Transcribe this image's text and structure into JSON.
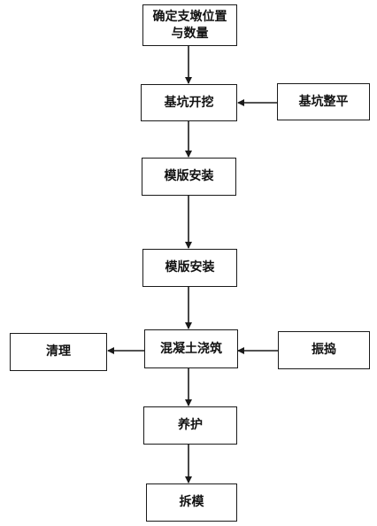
{
  "nodes": {
    "n1": "确定支墩位置\n与数量",
    "n2": "基坑开挖",
    "n3": "基坑整平",
    "n4": "模版安装",
    "n5": "模版安装",
    "n6": "混凝土浇筑",
    "n7": "振捣",
    "n8": "清理",
    "n9": "养护",
    "n10": "拆模"
  },
  "colors": {
    "stroke": "#1a1a1a",
    "background": "#ffffff"
  }
}
